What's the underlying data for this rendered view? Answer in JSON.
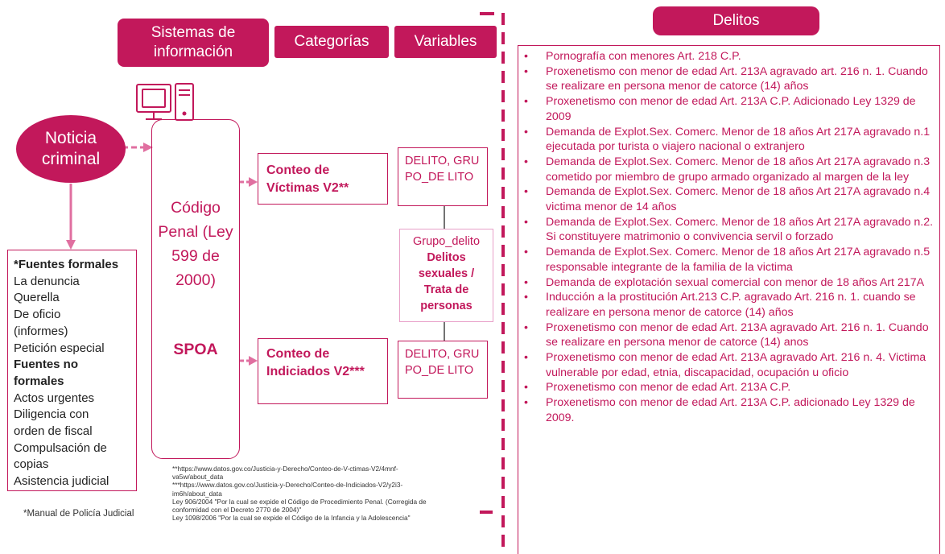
{
  "headers": {
    "sistemas": "Sistemas de información",
    "categorias": "Categorías",
    "variables": "Variables",
    "delitos": "Delitos"
  },
  "noticia": "Noticia criminal",
  "sources": {
    "formales_title": "*Fuentes formales",
    "formales_items": [
      "La denuncia",
      "Querella",
      "De oficio",
      "(informes)",
      "Petición especial"
    ],
    "no_formales_title_1": "Fuentes no",
    "no_formales_title_2": "formales",
    "no_formales_items": [
      "Actos urgentes",
      "Diligencia con",
      "orden de fiscal",
      "Compulsación de",
      "copias",
      "Asistencia judicial"
    ]
  },
  "manual_note": "*Manual de Policía Judicial",
  "codigo": "Código Penal (Ley 599 de 2000)",
  "spoa": "SPOA",
  "categories": {
    "victimas": "Conteo de Víctimas V2**",
    "indiciados": "Conteo de Indiciados V2***"
  },
  "variables": {
    "top": "DELITO, GRUPO_DE LITO",
    "bottom": "DELITO, GRUPO_DE LITO",
    "grupo_label": "Grupo_delito",
    "grupo_value": "Delitos sexuales / Trata de personas"
  },
  "footnotes": [
    "**https://www.datos.gov.co/Justicia-y-Derecho/Conteo-de-V-ctimas-V2/4mnf-",
    "va5w/about_data",
    "***https://www.datos.gov.co/Justicia-y-Derecho/Conteo-de-Indiciados-V2/y2i3-",
    "im6h/about_data",
    "Ley 906/2004 \"Por la cual se expide el Código de Procedimiento Penal. (Corregida de",
    "conformidad con el Decreto 2770 de 2004)\"",
    "Ley 1098/2006 \"Por la cual se expide el Código de la Infancia y la Adolescencia\""
  ],
  "delitos": [
    "Pornografía con menores Art. 218 C.P.",
    "Proxenetismo con menor de edad Art. 213A agravado art. 216 n. 1. Cuando se realizare en persona menor de catorce (14) años",
    "Proxenetismo con menor de edad Art. 213A C.P. Adicionado Ley 1329 de 2009",
    "Demanda de Explot.Sex. Comerc. Menor de 18 años  Art 217A agravado n.1 ejecutada por turista o viajero nacional o extranjero",
    "Demanda de Explot.Sex. Comerc. Menor de 18 años  Art 217A agravado n.3 cometido por miembro de grupo armado organizado al margen de la ley",
    "Demanda de Explot.Sex. Comerc. Menor de 18 años  Art 217A agravado n.4 victima menor de 14 años",
    "Demanda de Explot.Sex. Comerc. Menor de 18 años Art 217A agravado n.2. Si constituyere matrimonio o convivencia servil o forzado",
    "Demanda de Explot.Sex. Comerc. Menor de 18 años Art 217A agravado n.5 responsable integrante de la familia  de la victima",
    "Demanda de explotación sexual comercial con menor de 18 años Art 217A",
    "Inducción a la prostitución Art.213 C.P. agravado Art. 216 n. 1. cuando se realizare en persona menor de catorce (14) años",
    "Proxenetismo con menor de edad Art. 213A agravado Art. 216 n. 1. Cuando se realizare en persona menor de catorce (14) anos",
    "Proxenetismo con menor de edad Art. 213A agravado Art. 216 n. 4. Victima vulnerable por edad, etnia, discapacidad, ocupación u oficio",
    "Proxenetismo con menor de edad Art. 213A C.P.",
    "Proxenetismo con menor de edad Art. 213A C.P. adicionado Ley 1329 de 2009."
  ],
  "colors": {
    "accent": "#c2185b",
    "light_accent": "#e8a0c8"
  }
}
